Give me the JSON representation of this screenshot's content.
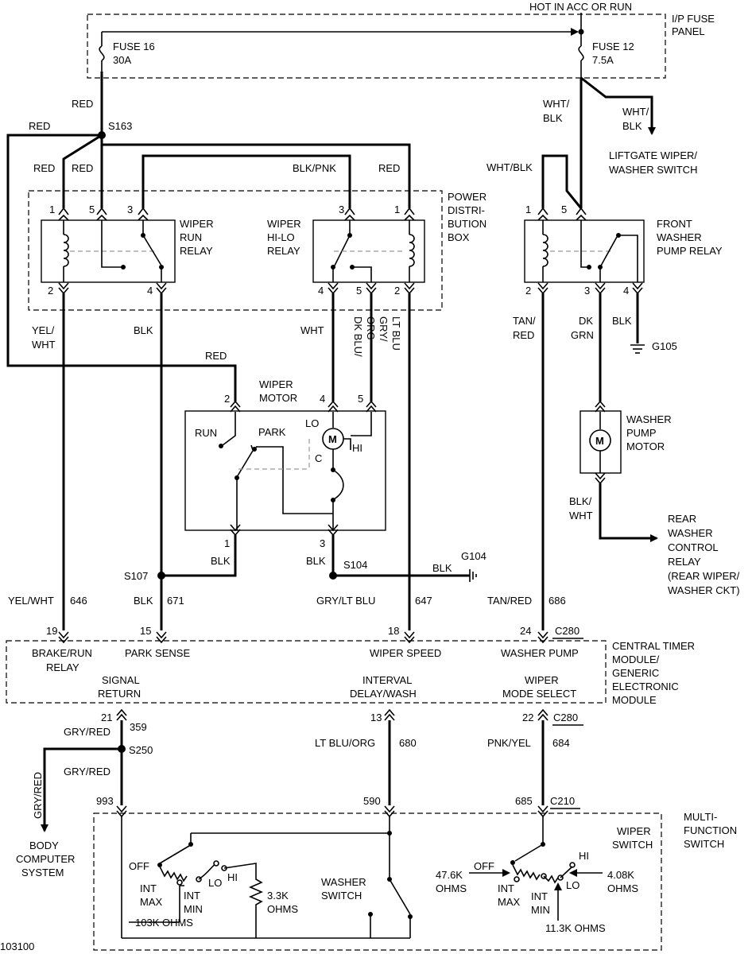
{
  "top": {
    "hot_label": "HOT IN ACC OR RUN",
    "ip_fuse_panel": [
      "I/P FUSE",
      "PANEL"
    ],
    "fuse16": [
      "FUSE 16",
      "30A"
    ],
    "fuse12": [
      "FUSE 12",
      "7.5A"
    ]
  },
  "splices": {
    "s163": "S163",
    "s107": "S107",
    "s104": "S104",
    "s250": "S250"
  },
  "grounds": {
    "g104": "G104",
    "g105": "G105"
  },
  "wire_colors": {
    "red": "RED",
    "blk_pnk": "BLK/PNK",
    "wht_blk_slash": [
      "WHT/",
      "BLK"
    ],
    "wht_blk": "WHT/BLK",
    "yel_wht": [
      "YEL/",
      "WHT"
    ],
    "blk": "BLK",
    "wht": "WHT",
    "dk_blu_org": [
      "DK BLU/",
      "ORG"
    ],
    "gry_lt_blu": [
      "GRY/",
      "LT BLU"
    ],
    "tan_red": [
      "TAN/",
      "RED"
    ],
    "dk_grn": [
      "DK",
      "GRN"
    ],
    "blk_wht": [
      "BLK/",
      "WHT"
    ]
  },
  "pins": [
    "1",
    "2",
    "3",
    "4",
    "5"
  ],
  "relays": {
    "wiper_run": [
      "WIPER",
      "RUN",
      "RELAY"
    ],
    "wiper_hilo": [
      "WIPER",
      "HI-LO",
      "RELAY"
    ],
    "front_washer": [
      "FRONT",
      "WASHER",
      "PUMP RELAY"
    ]
  },
  "pdb": [
    "POWER",
    "DISTRI-",
    "BUTION",
    "BOX"
  ],
  "liftgate": [
    "LIFTGATE WIPER/",
    "WASHER SWITCH"
  ],
  "motor": {
    "title": [
      "WIPER",
      "MOTOR"
    ],
    "run": "RUN",
    "park": "PARK",
    "lo": "LO",
    "hi": "HI",
    "c": "C",
    "m": "M"
  },
  "washer_motor": {
    "title": [
      "WASHER",
      "PUMP",
      "MOTOR"
    ],
    "m": "M"
  },
  "rear_washer": [
    "REAR",
    "WASHER",
    "CONTROL",
    "RELAY",
    "(REAR WIPER/",
    "WASHER CKT)"
  ],
  "circuits": {
    "yel_wht": "YEL/WHT",
    "c646": "646",
    "blk": "BLK",
    "c671": "671",
    "gry_lt_blu": "GRY/LT BLU",
    "c647": "647",
    "tan_red": "TAN/RED",
    "c686": "686",
    "gry_red": "GRY/RED",
    "c359": "359",
    "lt_blu_org": "LT BLU/ORG",
    "c680": "680",
    "pnk_yel": "PNK/YEL",
    "c684": "684"
  },
  "connectors": {
    "c280": "C280",
    "c210": "C210"
  },
  "ctm": {
    "pin19": "19",
    "pin15": "15",
    "pin18": "18",
    "pin24": "24",
    "pin21": "21",
    "pin13": "13",
    "pin22": "22",
    "brake_run": [
      "BRAKE/RUN",
      "RELAY"
    ],
    "park_sense": "PARK SENSE",
    "wiper_speed": "WIPER SPEED",
    "washer_pump": "WASHER PUMP",
    "signal_return": [
      "SIGNAL",
      "RETURN"
    ],
    "interval": [
      "INTERVAL",
      "DELAY/WASH"
    ],
    "mode_select": [
      "WIPER",
      "MODE SELECT"
    ],
    "title": [
      "CENTRAL TIMER",
      "MODULE/",
      "GENERIC",
      "ELECTRONIC",
      "MODULE"
    ]
  },
  "mfs": {
    "pin993": "993",
    "pin590": "590",
    "pin685": "685",
    "title": [
      "MULTI-",
      "FUNCTION",
      "SWITCH"
    ],
    "wiper_switch": [
      "WIPER",
      "SWITCH"
    ],
    "washer_switch": [
      "WASHER",
      "SWITCH"
    ],
    "off": "OFF",
    "int_max": [
      "INT",
      "MAX"
    ],
    "int_min": [
      "INT",
      "MIN"
    ],
    "lo": "LO",
    "hi": "HI",
    "r103k": "103K OHMS",
    "r33k": [
      "3.3K",
      "OHMS"
    ],
    "r476k": [
      "47.6K",
      "OHMS"
    ],
    "r408k": [
      "4.08K",
      "OHMS"
    ],
    "r113k": "11.3K  OHMS"
  },
  "body_computer": [
    "BODY",
    "COMPUTER",
    "SYSTEM"
  ],
  "figure_id": "103100"
}
